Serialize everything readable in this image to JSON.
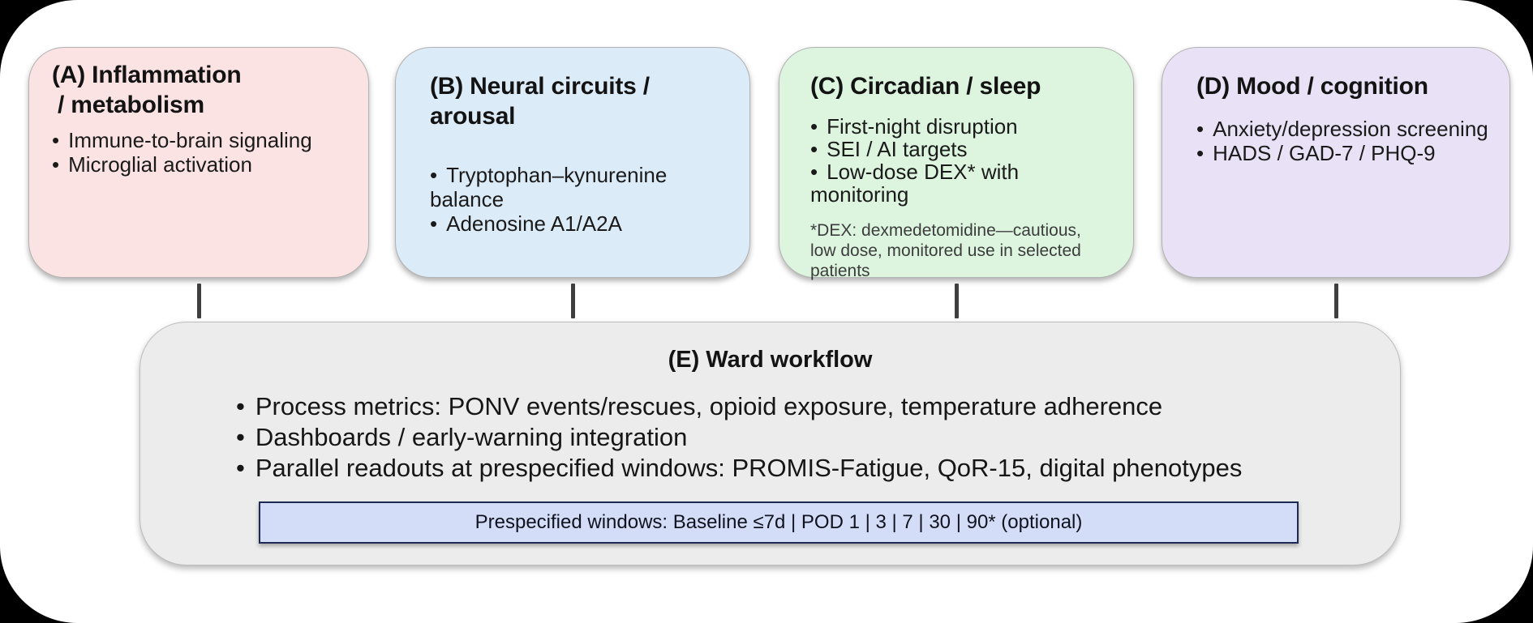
{
  "page_bg": "#000000",
  "canvas_bg": "#ffffff",
  "connector_color": "#3f3f3f",
  "panels": [
    {
      "label": "A",
      "title_lines": [
        "(A) Inflammation",
        "/ metabolism"
      ],
      "bullets": [
        "Immune-to-brain signaling",
        "Microglial activation"
      ],
      "bg_color": "#fbe3e4"
    },
    {
      "label": "B",
      "title_lines": [
        "(B) Neural circuits / arousal"
      ],
      "bullets": [
        "Tryptophan–kynurenine balance",
        "Adenosine A1/A2A"
      ],
      "bg_color": "#dcebf8"
    },
    {
      "label": "C",
      "title_lines": [
        "(C) Circadian / sleep"
      ],
      "bullets": [
        "First-night disruption",
        "SEI / AI targets",
        "Low-dose DEX* with monitoring"
      ],
      "footnote": "*DEX: dexmedetomidine—cautious, low dose, monitored use in selected patients",
      "bg_color": "#ddf5df"
    },
    {
      "label": "D",
      "title_lines": [
        "(D) Mood / cognition"
      ],
      "bullets": [
        "Anxiety/depression screening",
        "HADS / GAD-7 / PHQ-9"
      ],
      "bg_color": "#e9e2f6"
    }
  ],
  "ward_panel": {
    "label": "E",
    "title": "(E) Ward workflow",
    "bullets": [
      "Process metrics: PONV events/rescues, opioid exposure, temperature adherence",
      "Dashboards / early-warning integration",
      "Parallel readouts at prespecified windows: PROMIS-Fatigue, QoR-15, digital phenotypes"
    ],
    "banner_text": "Prespecified windows: Baseline ≤7d | POD 1 | 3 | 7 | 30 | 90* (optional)",
    "bg_color": "#ececec",
    "banner_bg_color": "#d3ddf7",
    "banner_border_color": "#1e2a52"
  }
}
